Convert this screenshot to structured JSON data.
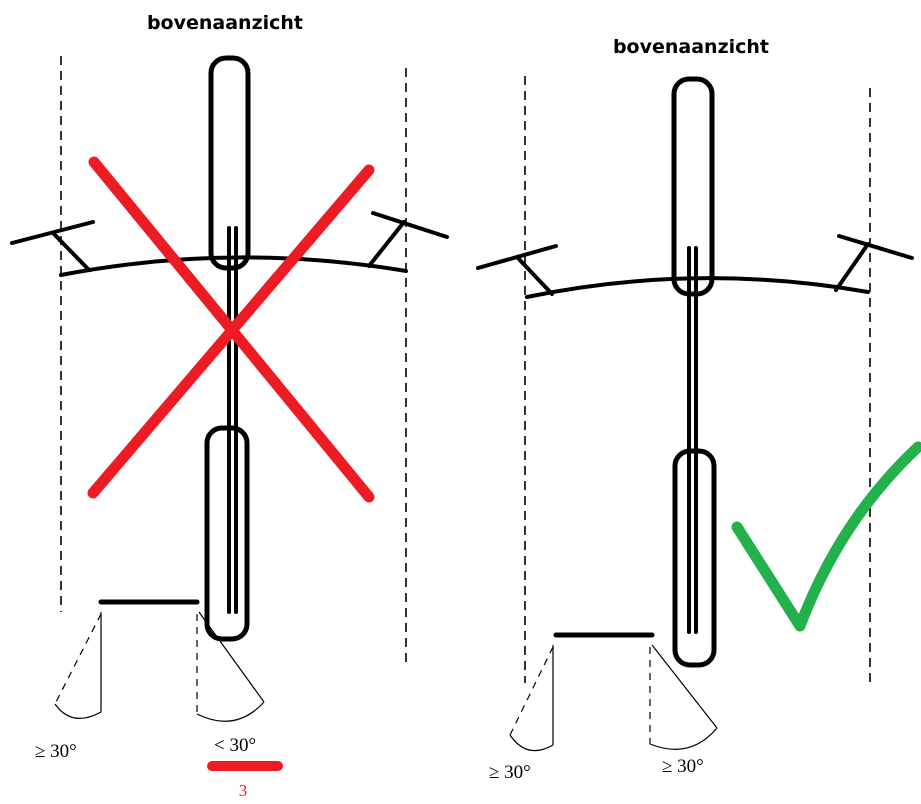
{
  "left_panel": {
    "title": "bovenaanzicht",
    "angle_left": "≥ 30°",
    "angle_right": "< 30°",
    "note_number": "3",
    "verdict": "incorrect",
    "verdict_color": "#ed1c24"
  },
  "right_panel": {
    "title": "bovenaanzicht",
    "angle_left": "≥ 30°",
    "angle_right": "≥ 30°",
    "verdict": "correct",
    "verdict_color": "#22b14c"
  }
}
